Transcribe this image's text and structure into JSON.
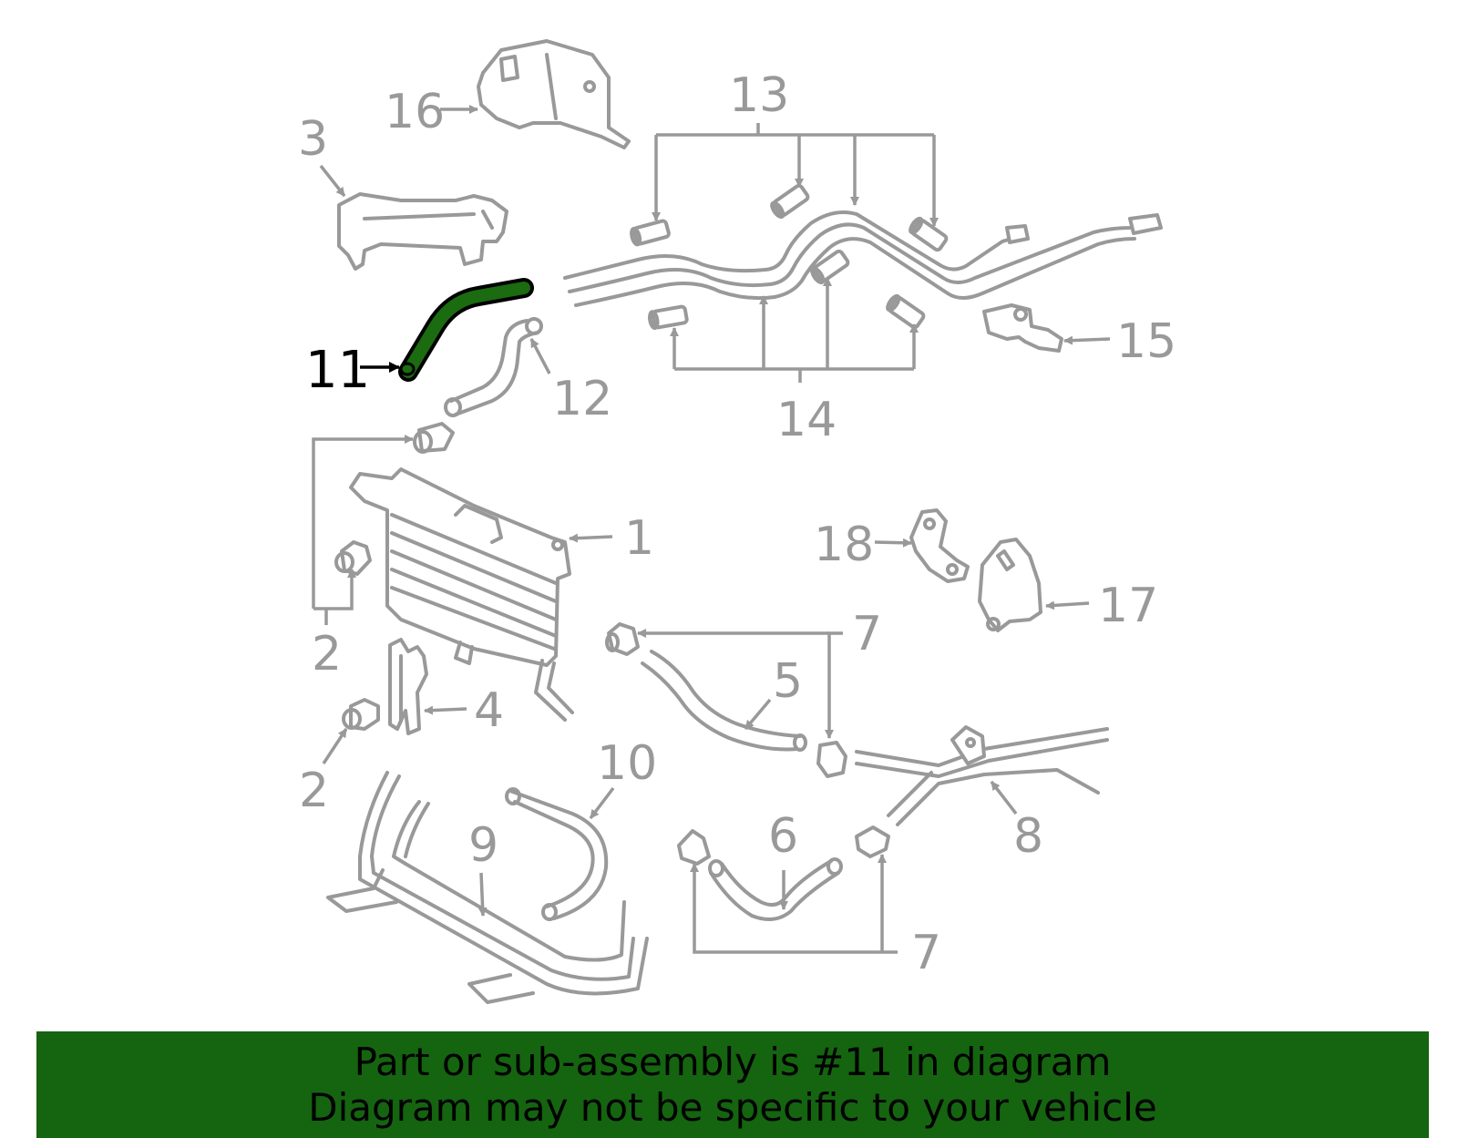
{
  "callouts": {
    "c1": "1",
    "c2a": "2",
    "c2b": "2",
    "c3": "3",
    "c4": "4",
    "c5": "5",
    "c6": "6",
    "c7a": "7",
    "c7b": "7",
    "c8": "8",
    "c9": "9",
    "c10": "10",
    "c11": "11",
    "c12": "12",
    "c13": "13",
    "c14": "14",
    "c15": "15",
    "c16": "16",
    "c17": "17",
    "c18": "18"
  },
  "highlighted_part": "11",
  "colors": {
    "highlight": "#1b6b10",
    "banner": "#156410",
    "parts": "#999999"
  },
  "banner": {
    "line1": "Part or sub-assembly is #11 in diagram",
    "line2": "Diagram may not be specific to your vehicle"
  }
}
